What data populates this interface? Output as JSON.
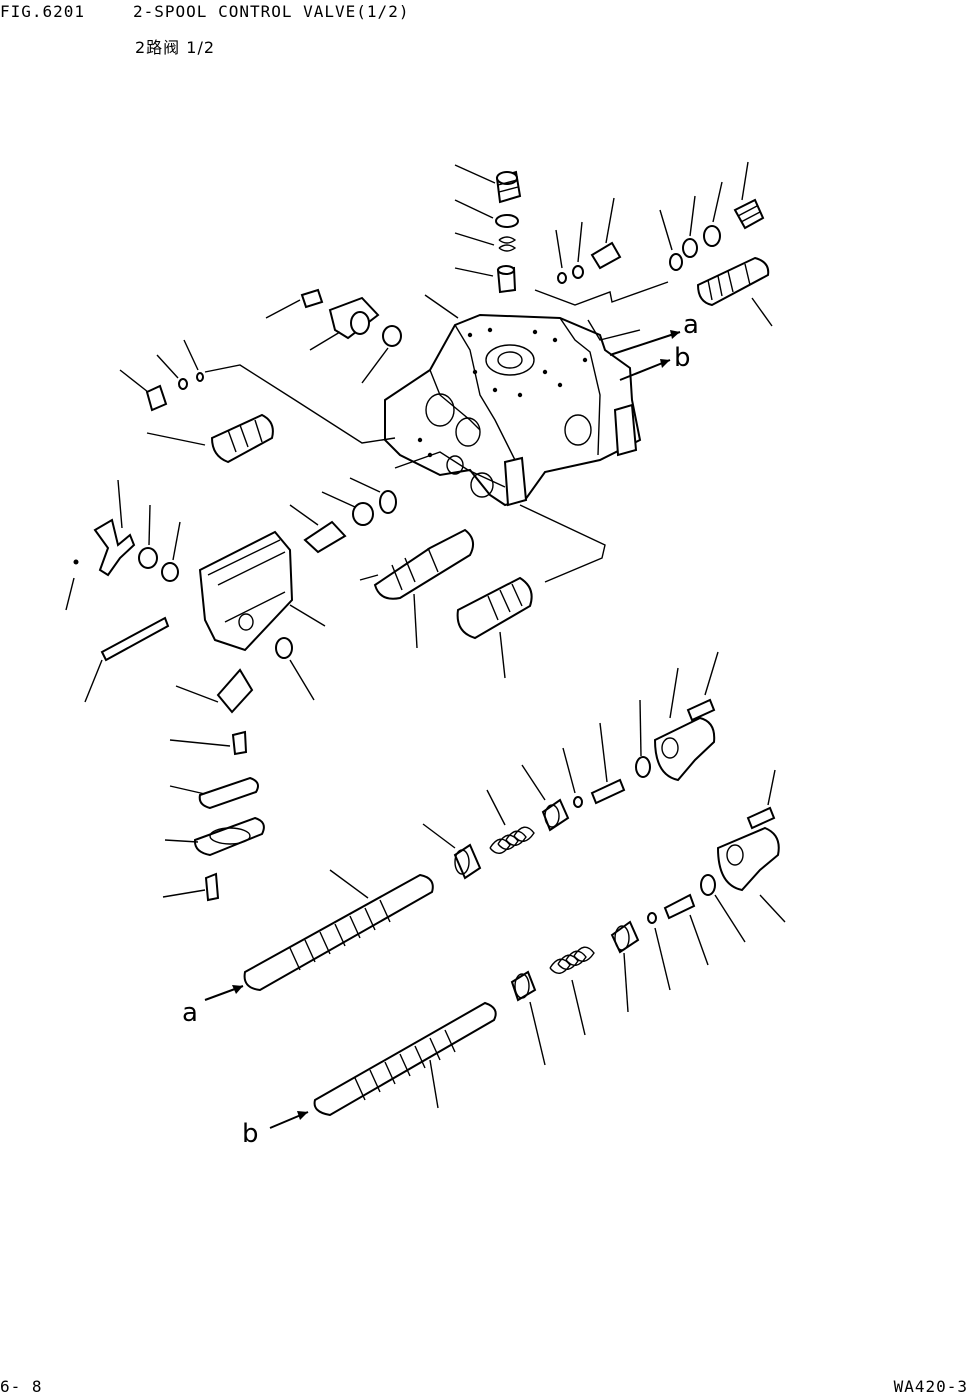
{
  "header": {
    "fig_no": "FIG.6201",
    "title": "2-SPOOL CONTROL VALVE(1/2)",
    "subtitle": "2路阀 1/2"
  },
  "footer": {
    "page": "6- 8",
    "model": "WA420-3"
  },
  "callouts": {
    "a": "a",
    "b": "b"
  }
}
